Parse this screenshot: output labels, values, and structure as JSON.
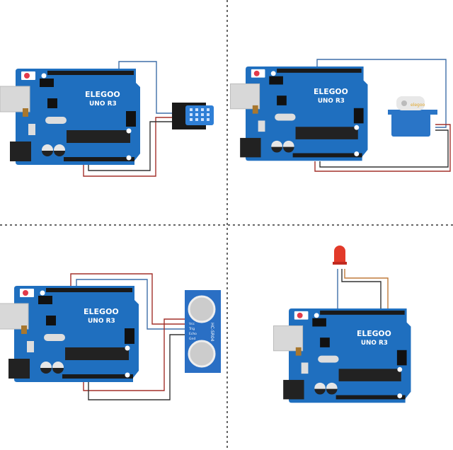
{
  "boards": [
    {
      "brand": "ELEGOO",
      "model": "UNO R3"
    },
    {
      "brand": "ELEGOO",
      "model": "UNO R3"
    },
    {
      "brand": "ELEGOO",
      "model": "UNO R3"
    },
    {
      "brand": "ELEGOO",
      "model": "UNO R3"
    }
  ],
  "servo": {
    "label": "elegoo"
  },
  "ultrasonic": {
    "model": "HC-SR04",
    "pins": [
      "Vcc",
      "Trig",
      "Echo",
      "Gnd"
    ]
  },
  "colors": {
    "board": "#1f6fbf",
    "wire_red": "#a3302a",
    "wire_black": "#333333",
    "wire_blue": "#3f6fa8",
    "wire_orange": "#c07a3a",
    "led": "#e23a2a"
  }
}
